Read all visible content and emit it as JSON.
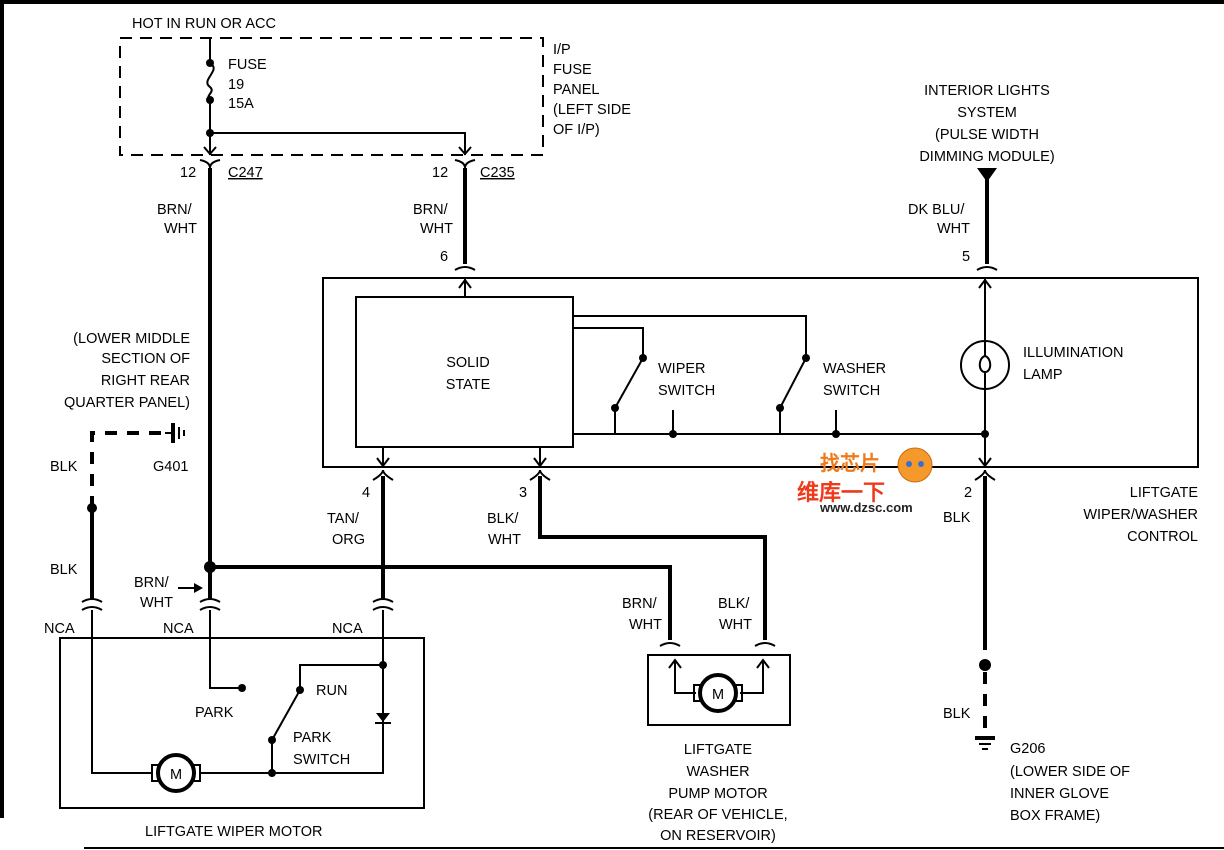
{
  "supply": {
    "title": "HOT IN RUN OR ACC"
  },
  "fuse": {
    "label": "FUSE",
    "number": "19",
    "rating": "15A"
  },
  "fuse_panel": {
    "lines": [
      "I/P",
      "FUSE",
      "PANEL",
      "(LEFT SIDE",
      "OF I/P)"
    ]
  },
  "connectors": {
    "c247": {
      "pin": "12",
      "name": "C247"
    },
    "c235": {
      "pin": "12",
      "name": "C235"
    }
  },
  "wires": {
    "brn_wht_1": [
      "BRN/",
      "WHT"
    ],
    "brn_wht_2": [
      "BRN/",
      "WHT"
    ],
    "dk_blu_wht": [
      "DK BLU/",
      "WHT"
    ],
    "tan_org": [
      "TAN/",
      "ORG"
    ],
    "blk_wht_1": [
      "BLK/",
      "WHT"
    ],
    "blk_ground_right_1": "BLK",
    "blk_ground_right_2": "BLK",
    "blk_left_1": "BLK",
    "blk_left_2": "BLK",
    "brn_wht_arrow": [
      "BRN/",
      "WHT"
    ],
    "pump_brn_wht": [
      "BRN/",
      "WHT"
    ],
    "pump_blk_wht": [
      "BLK/",
      "WHT"
    ]
  },
  "pins": {
    "p6": "6",
    "p5": "5",
    "p4": "4",
    "p3": "3",
    "p2": "2"
  },
  "interior_lights": {
    "lines": [
      "INTERIOR LIGHTS",
      "SYSTEM",
      "(PULSE WIDTH",
      "DIMMING MODULE)"
    ]
  },
  "control_module": {
    "solid_state": [
      "SOLID",
      "STATE"
    ],
    "wiper_switch": [
      "WIPER",
      "SWITCH"
    ],
    "washer_switch": [
      "WASHER",
      "SWITCH"
    ],
    "illumination_lamp": [
      "ILLUMINATION",
      "LAMP"
    ],
    "name": [
      "LIFTGATE",
      "WIPER/WASHER",
      "CONTROL"
    ]
  },
  "ground_g401": {
    "location": [
      "(LOWER MIDDLE",
      "SECTION OF",
      "RIGHT REAR",
      "QUARTER PANEL)"
    ],
    "name": "G401"
  },
  "ground_g206": {
    "name": "G206",
    "location": [
      "(LOWER SIDE OF",
      "INNER GLOVE",
      "BOX FRAME)"
    ]
  },
  "nca": [
    "NCA",
    "NCA",
    "NCA"
  ],
  "wiper_motor": {
    "park": "PARK",
    "run": "RUN",
    "park_switch": [
      "PARK",
      "SWITCH"
    ],
    "motor_symbol": "M",
    "name": "LIFTGATE WIPER MOTOR"
  },
  "pump_motor": {
    "motor_symbol": "M",
    "name": [
      "LIFTGATE",
      "WASHER",
      "PUMP MOTOR",
      "(REAR OF VEHICLE,",
      "ON RESERVOIR)"
    ]
  },
  "watermark": {
    "line1": "找芯片",
    "line2": "维库一下",
    "url": "www.dzsc.com"
  }
}
